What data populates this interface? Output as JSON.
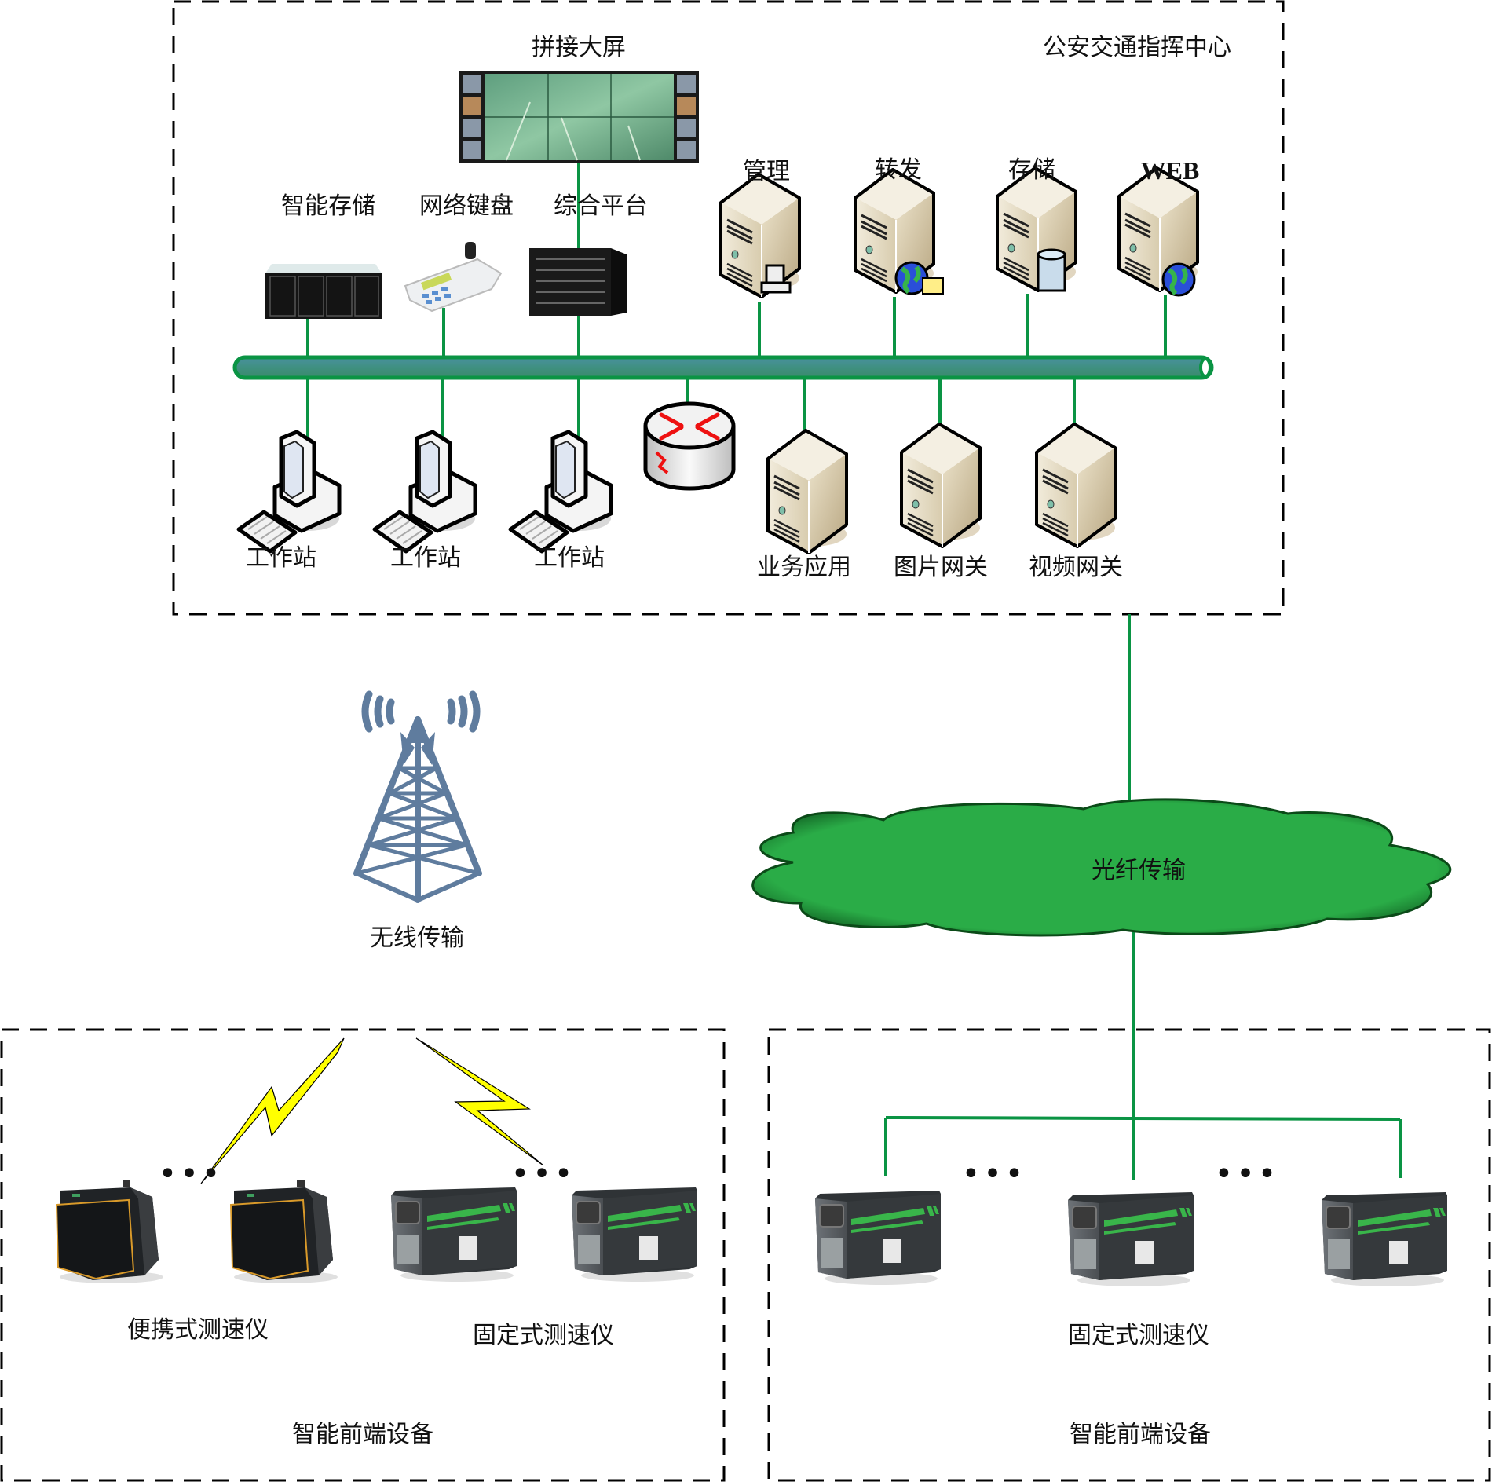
{
  "title_center": "公安交通指挥中心",
  "colors": {
    "link": "#0a9444",
    "bus_fill": "#3f8f8a",
    "cloud_fill": "#2aac47",
    "server_face": "#e6dcc3",
    "tower": "#5f7c9e",
    "lightning": "#ffff00",
    "router_arrow": "#ee1111"
  },
  "center": {
    "video_wall": {
      "label": "拼接大屏",
      "icon": "video-wall-icon"
    },
    "top_devices": [
      {
        "label": "智能存储",
        "icon": "storage-array-icon"
      },
      {
        "label": "网络键盘",
        "icon": "network-keyboard-icon"
      },
      {
        "label": "综合平台",
        "icon": "platform-chassis-icon"
      }
    ],
    "top_servers": [
      {
        "label": "管理",
        "icon": "server-management-icon"
      },
      {
        "label": "转发",
        "icon": "server-forward-icon"
      },
      {
        "label": "存储",
        "icon": "server-storage-icon"
      },
      {
        "label": "WEB",
        "icon": "server-web-icon"
      }
    ],
    "workstations": [
      {
        "label": "工作站",
        "icon": "workstation-icon"
      },
      {
        "label": "工作站",
        "icon": "workstation-icon"
      },
      {
        "label": "工作站",
        "icon": "workstation-icon"
      }
    ],
    "router": {
      "icon": "router-icon"
    },
    "bottom_servers": [
      {
        "label": "业务应用",
        "icon": "server-icon"
      },
      {
        "label": "图片网关",
        "icon": "server-icon"
      },
      {
        "label": "视频网关",
        "icon": "server-icon"
      }
    ]
  },
  "wireless": {
    "label": "无线传输",
    "icon": "radio-tower-icon"
  },
  "fiber": {
    "label": "光纤传输",
    "icon": "cloud-icon"
  },
  "front_left": {
    "title": "智能前端设备",
    "groups": [
      {
        "label": "便携式测速仪",
        "icon": "portable-speed-radar-icon",
        "ellipsis": "•••"
      },
      {
        "label": "固定式测速仪",
        "icon": "fixed-speed-radar-icon",
        "ellipsis": "•••"
      }
    ]
  },
  "front_right": {
    "title": "智能前端设备",
    "label": "固定式测速仪",
    "icon": "fixed-speed-radar-icon",
    "ellipsis": "•••"
  }
}
